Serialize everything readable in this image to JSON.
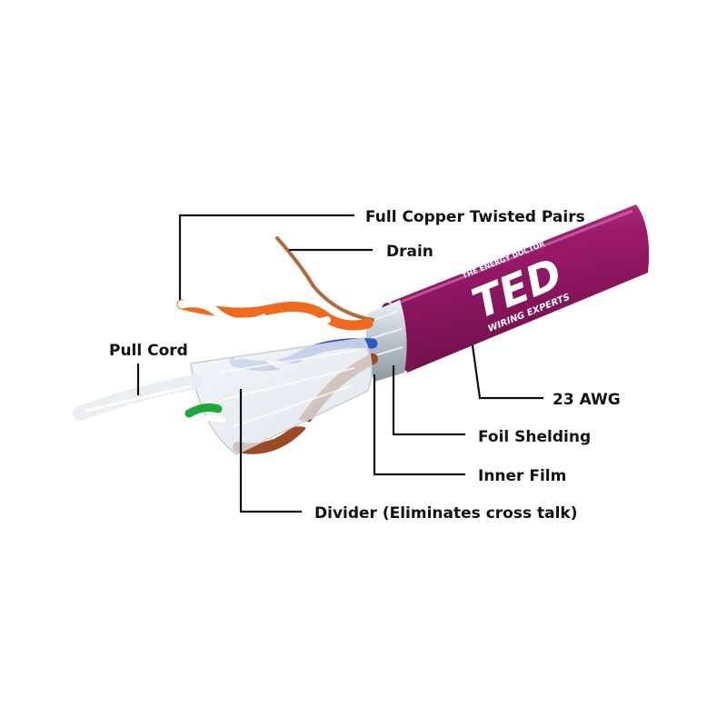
{
  "colors": {
    "jacket": "#9c1a6b",
    "jacket_light": "#c24a93",
    "jacket_dark": "#6e0f4a",
    "foil": "#cfd6dc",
    "copper": "#b06a3c",
    "pair_orange": "#ef6a1c",
    "pair_blue": "#2d56c8",
    "pair_brown": "#9a4a25",
    "pair_green": "#21a63a",
    "leader_line": "#111111"
  },
  "brand": {
    "logo_top": "THE ENERGY DOCTOR",
    "logo_main": "TED",
    "logo_bottom": "WIRING EXPERTS"
  },
  "labels": {
    "twisted_pairs": "Full Copper Twisted Pairs",
    "drain": "Drain",
    "pull_cord": "Pull Cord",
    "awg": "23 AWG",
    "foil": "Foil Shelding",
    "inner_film": "Inner Film",
    "divider": "Divider (Eliminates cross talk)"
  }
}
